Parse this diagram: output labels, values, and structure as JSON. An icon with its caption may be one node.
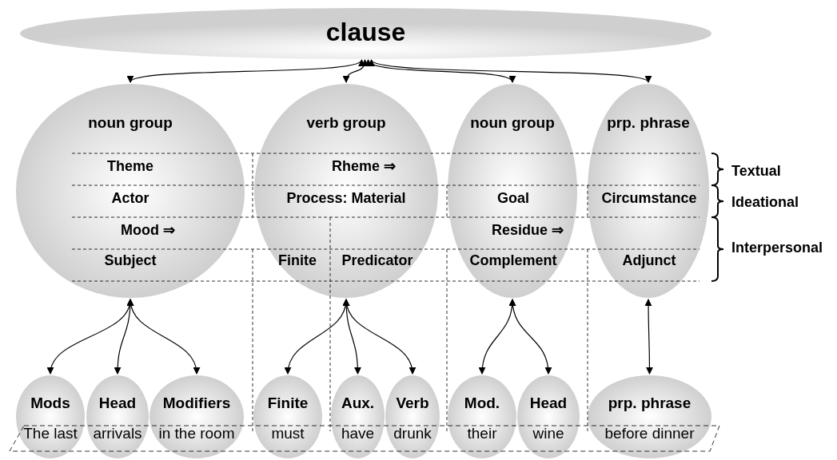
{
  "diagram": {
    "nodes": [
      {
        "text": [
          "clause"
        ]
      },
      {
        "text": [
          "noun group"
        ]
      },
      {
        "text": [
          "verb group"
        ]
      },
      {
        "text": [
          "noun group"
        ]
      },
      {
        "text": [
          "prp. phrase"
        ]
      },
      {
        "text": [
          "Mods",
          "The last"
        ]
      },
      {
        "text": [
          "Head",
          "arrivals"
        ]
      },
      {
        "text": [
          "Modifiers",
          "in the room"
        ]
      },
      {
        "text": [
          "Finite",
          "must"
        ]
      },
      {
        "text": [
          "Aux.",
          "have"
        ]
      },
      {
        "text": [
          "Verb",
          "drunk"
        ]
      },
      {
        "text": [
          "Mod.",
          "their"
        ]
      },
      {
        "text": [
          "Head",
          "wine"
        ]
      },
      {
        "text": [
          "prp. phrase",
          "before dinner"
        ]
      }
    ],
    "edges": [
      {
        "from": 0,
        "to": 1,
        "arrow": "both"
      },
      {
        "from": 0,
        "to": 2,
        "arrow": "both"
      },
      {
        "from": 0,
        "to": 3,
        "arrow": "both"
      },
      {
        "from": 0,
        "to": 4,
        "arrow": "both"
      },
      {
        "from": 1,
        "to": 5,
        "arrow": "both"
      },
      {
        "from": 1,
        "to": 6,
        "arrow": "both"
      },
      {
        "from": 1,
        "to": 7,
        "arrow": "both"
      },
      {
        "from": 2,
        "to": 8,
        "arrow": "both"
      },
      {
        "from": 2,
        "to": 9,
        "arrow": "both"
      },
      {
        "from": 2,
        "to": 10,
        "arrow": "both"
      },
      {
        "from": 3,
        "to": 11,
        "arrow": "both"
      },
      {
        "from": 3,
        "to": 12,
        "arrow": "both"
      },
      {
        "from": 4,
        "to": 13,
        "arrow": "both"
      }
    ],
    "labels": [
      "Theme",
      "Rheme ⇒",
      "Textual",
      "Actor",
      "Process: Material",
      "Goal",
      "Circumstance",
      "Ideational",
      "Mood ⇒",
      "Residue ⇒",
      "Subject",
      "Finite",
      "Predicator",
      "Complement",
      "Adjunct",
      "Interpersonal"
    ]
  }
}
